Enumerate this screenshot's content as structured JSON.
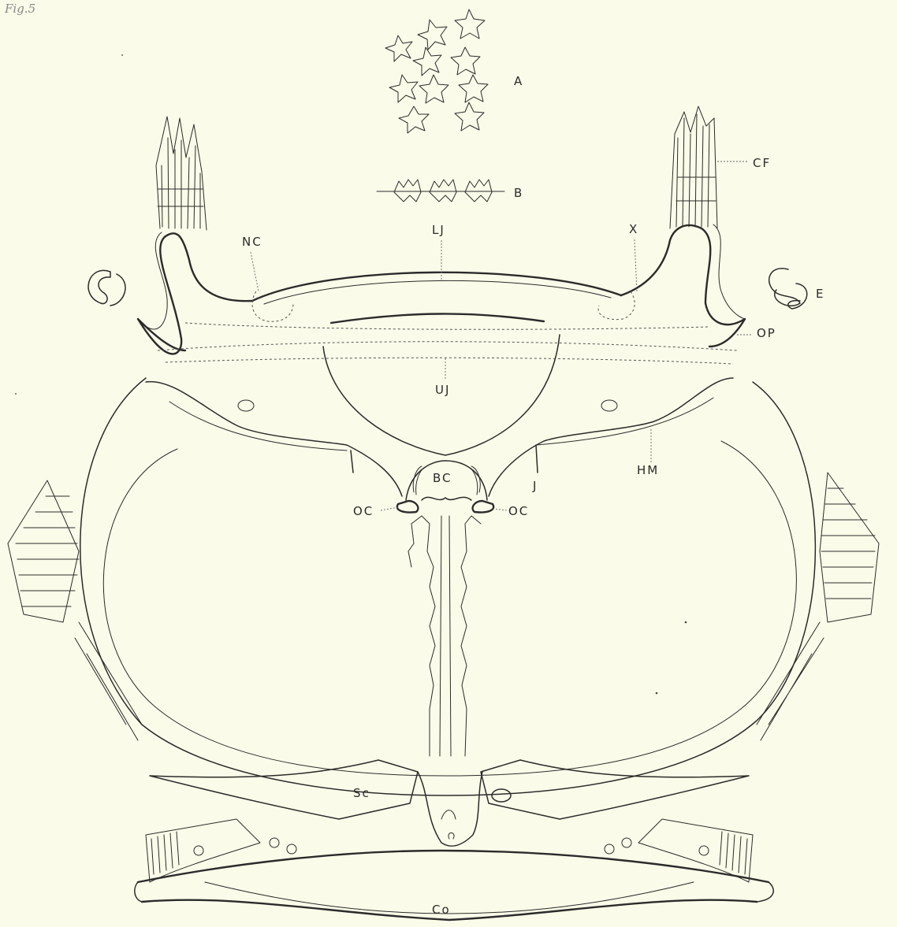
{
  "figure": {
    "number": "Fig.5"
  },
  "labels": {
    "A": "A",
    "B": "B",
    "CF": "CF",
    "LJ": "LJ",
    "NC": "NC",
    "X": "X",
    "E": "E",
    "OP": "OP",
    "UJ": "UJ",
    "HM": "HM",
    "BC": "BC",
    "J": "J",
    "OC_left": "OC",
    "OC_right": "OC",
    "Sc": "Sc",
    "Co": "Co"
  }
}
